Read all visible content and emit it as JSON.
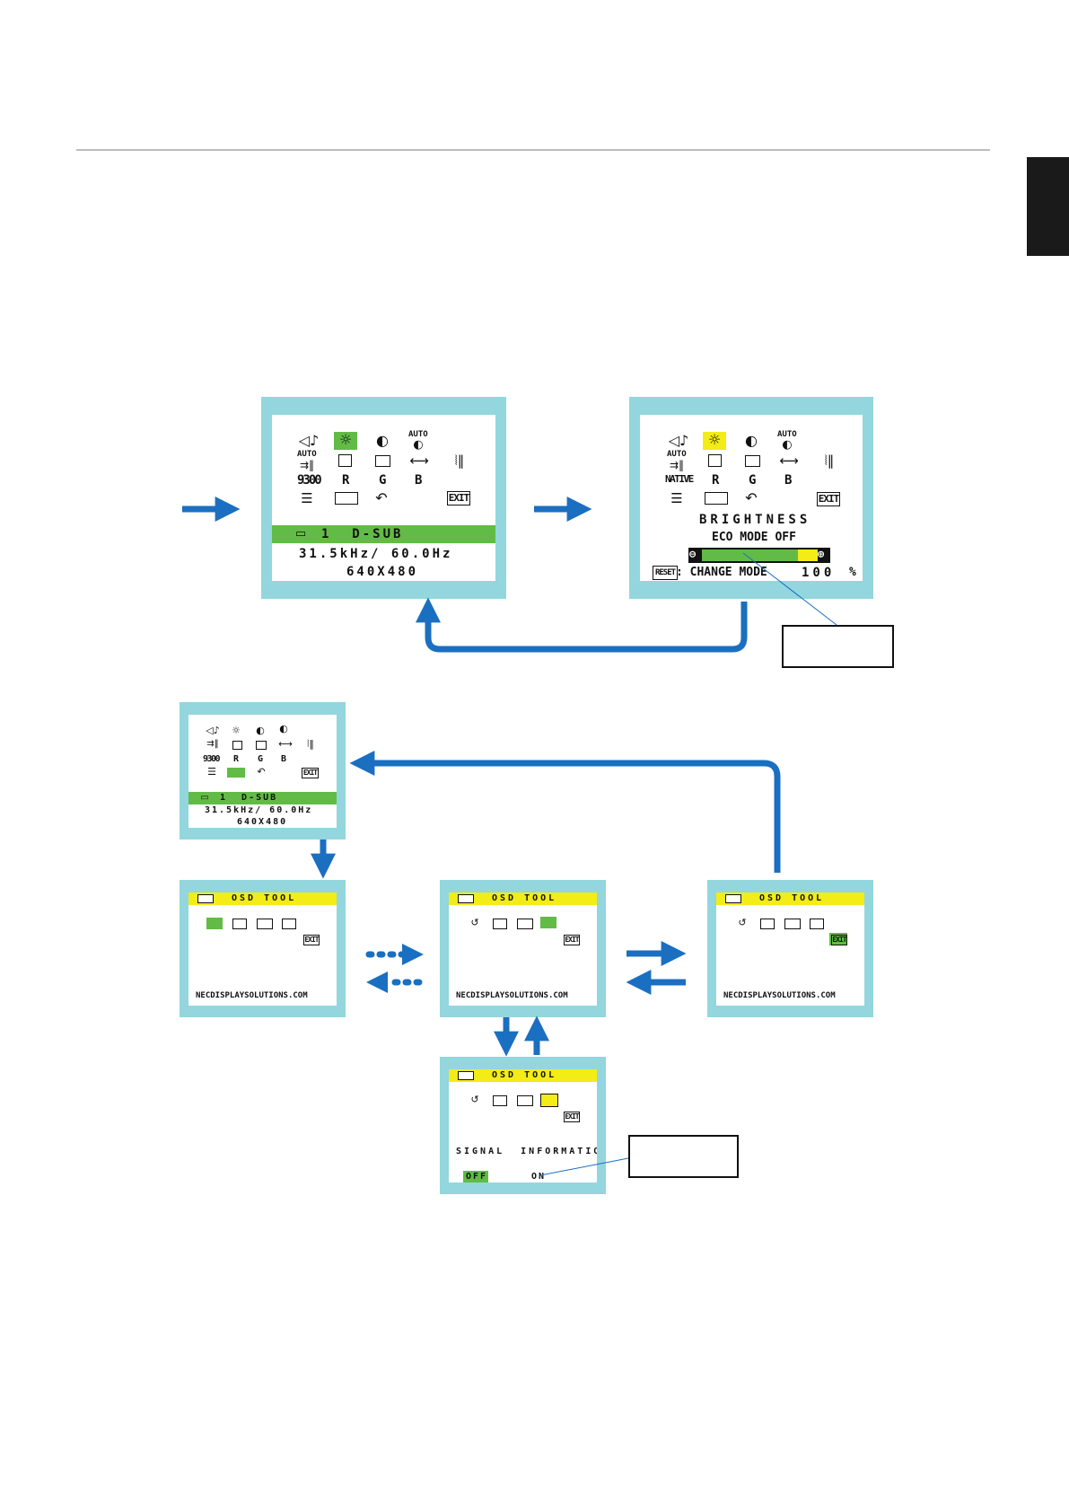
{
  "page": {
    "accent_blue": "#1a6fc1",
    "frame_cyan": "#93d6de",
    "highlight_green": "#62bb46",
    "highlight_yellow": "#f3ec16"
  },
  "main_menu": {
    "icons_row1": [
      "speaker-icon",
      "brightness-icon",
      "contrast-icon",
      "auto-contrast-icon"
    ],
    "auto_label": "AUTO",
    "icons_row2": [
      "auto-adjust-icon",
      "left-position-icon",
      "down-position-icon",
      "h-size-icon",
      "fine-icon"
    ],
    "color_preset": "9300",
    "r": "R",
    "g": "G",
    "b": "B",
    "exit": "EXIT",
    "input_line": "1  D-SUB",
    "freq_line": "31.5kHz/ 60.0Hz",
    "resolution_line": "640X480"
  },
  "brightness_menu": {
    "color_preset": "NATIVE",
    "r": "R",
    "g": "G",
    "b": "B",
    "exit": "EXIT",
    "title": "BRIGHTNESS",
    "eco_line": "ECO MODE OFF",
    "minus": "⊖",
    "plus": "⊕",
    "reset_label": "RESET",
    "change_mode": ": CHANGE MODE",
    "value": "100",
    "percent": "%"
  },
  "small_menu": {
    "color_preset": "9300",
    "r": "R",
    "g": "G",
    "b": "B",
    "exit": "EXIT",
    "input_line": "1  D-SUB",
    "freq_line": "31.5kHz/ 60.0Hz",
    "resolution_line": "640X480"
  },
  "osd_tool": {
    "title": "OSD TOOL",
    "exit": "EXIT",
    "website": "NECDISPLAYSOLUTIONS.COM",
    "signal_info_label": "SIGNAL  INFORMATION",
    "off_label": "OFF",
    "on_label": "ON"
  }
}
